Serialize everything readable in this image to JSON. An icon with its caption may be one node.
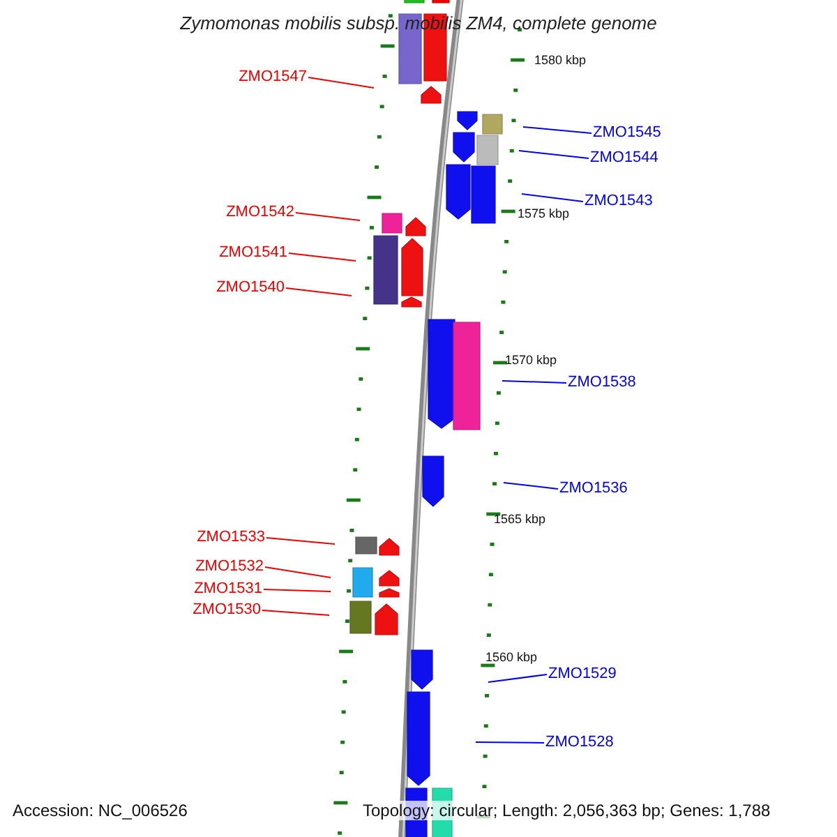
{
  "diagram": {
    "title": "Zymomonas mobilis subsp. mobilis ZM4, complete genome",
    "nodes": [
      {
        "text": [
          "ZMO1547"
        ]
      },
      {
        "text": [
          "ZMO1545"
        ]
      },
      {
        "text": [
          "ZMO1544"
        ]
      },
      {
        "text": [
          "ZMO1543"
        ]
      },
      {
        "text": [
          "ZMO1542"
        ]
      },
      {
        "text": [
          "ZMO1541"
        ]
      },
      {
        "text": [
          "ZMO1540"
        ]
      },
      {
        "text": [
          "ZMO1538"
        ]
      },
      {
        "text": [
          "ZMO1536"
        ]
      },
      {
        "text": [
          "ZMO1533"
        ]
      },
      {
        "text": [
          "ZMO1532"
        ]
      },
      {
        "text": [
          "ZMO1531"
        ]
      },
      {
        "text": [
          "ZMO1530"
        ]
      },
      {
        "text": [
          "ZMO1529"
        ]
      },
      {
        "text": [
          "ZMO1528"
        ]
      }
    ],
    "edges": [
      {
        "from": 0,
        "to": null,
        "arrow": "none"
      },
      {
        "from": 1,
        "to": null,
        "arrow": "none",
        "color": "#0000ee"
      },
      {
        "from": 2,
        "to": null,
        "arrow": "none",
        "color": "#0000ee"
      },
      {
        "from": 3,
        "to": null,
        "arrow": "none",
        "color": "#0000ee"
      },
      {
        "from": 4,
        "to": null,
        "arrow": "none"
      },
      {
        "from": 5,
        "to": null,
        "arrow": "none"
      },
      {
        "from": 6,
        "to": null,
        "arrow": "none"
      },
      {
        "from": 7,
        "to": null,
        "arrow": "none",
        "color": "#0000ee"
      },
      {
        "from": 8,
        "to": null,
        "arrow": "none",
        "color": "#0000ee"
      },
      {
        "from": 9,
        "to": null,
        "arrow": "none"
      },
      {
        "from": 10,
        "to": null,
        "arrow": "none"
      },
      {
        "from": 11,
        "to": null,
        "arrow": "none"
      },
      {
        "from": 12,
        "to": null,
        "arrow": "none"
      },
      {
        "from": 13,
        "to": null,
        "arrow": "none",
        "color": "#0000ee"
      },
      {
        "from": 14,
        "to": null,
        "arrow": "none",
        "color": "#0000ee"
      }
    ],
    "labels": [
      "1580 kbp",
      "1575 kbp",
      "1570 kbp",
      "1565 kbp",
      "1560 kbp",
      "Accession: NC_006526",
      "Topology: circular; Length: 2,056,363 bp; Genes: 1,788"
    ]
  }
}
